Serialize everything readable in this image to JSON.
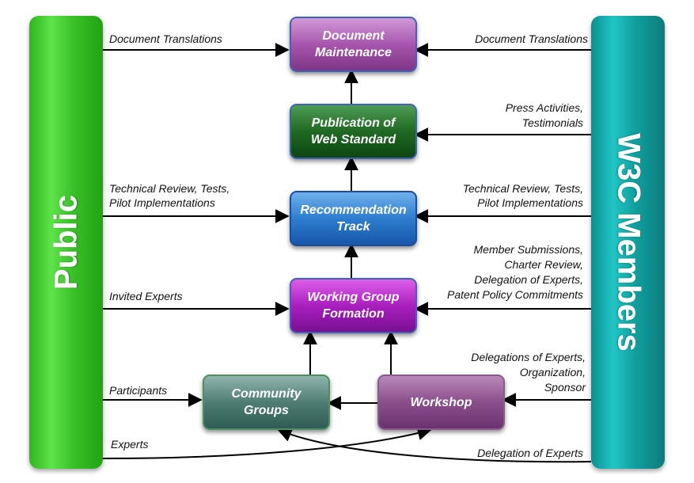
{
  "bars": {
    "public": "Public",
    "w3c": "W3C Members"
  },
  "boxes": {
    "document_maintenance": [
      "Document",
      "Maintenance"
    ],
    "publication": [
      "Publication of",
      "Web Standard"
    ],
    "recommendation": [
      "Recommendation",
      "Track"
    ],
    "working_group": [
      "Working Group",
      "Formation"
    ],
    "community_groups": [
      "Community",
      "Groups"
    ],
    "workshop": "Workshop"
  },
  "labels_left": {
    "doc_translations": "Document Translations",
    "tech_review_1": "Technical Review, Tests,",
    "tech_review_2": "Pilot Implementations",
    "invited_experts": "Invited Experts",
    "participants": "Participants",
    "experts": "Experts"
  },
  "labels_right": {
    "doc_translations": "Document Translations",
    "press_1": "Press Activities,",
    "press_2": "Testimonials",
    "tech_review_1": "Technical Review, Tests,",
    "tech_review_2": "Pilot Implementations",
    "member_1": "Member Submissions,",
    "member_2": "Charter Review,",
    "member_3": "Delegation of Experts,",
    "member_4": "Patent Policy Commitments",
    "deleg_1": "Delegations of Experts,",
    "deleg_2": "Organization,",
    "deleg_3": "Sponsor",
    "delegation_experts": "Delegation of Experts"
  }
}
